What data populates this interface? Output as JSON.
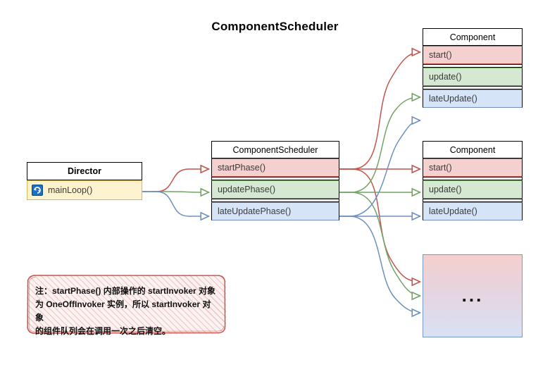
{
  "title": "ComponentScheduler",
  "colors": {
    "red_fill": "#f4d0cf",
    "red_stroke": "#c4544c",
    "green_fill": "#d5e8d1",
    "green_stroke": "#74a265",
    "blue_fill": "#d6e4f7",
    "blue_stroke": "#6d90c0",
    "director_fill": "#fdf3cf",
    "director_stroke": "#d6b656",
    "note_stroke": "#c4544c",
    "background": "#ffffff"
  },
  "director": {
    "name": "Director",
    "method": "mainLoop()",
    "method_icon": "loop-icon"
  },
  "scheduler": {
    "name": "ComponentScheduler",
    "rows": [
      {
        "label": "startPhase()",
        "color": "red"
      },
      {
        "label": "updatePhase()",
        "color": "green"
      },
      {
        "label": "lateUpdatePhase()",
        "color": "blue"
      }
    ]
  },
  "components": [
    {
      "name": "Component",
      "rows": [
        {
          "label": "start()",
          "color": "red"
        },
        {
          "label": "update()",
          "color": "green"
        },
        {
          "label": "lateUpdate()",
          "color": "blue"
        }
      ]
    },
    {
      "name": "Component",
      "rows": [
        {
          "label": "start()",
          "color": "red"
        },
        {
          "label": "update()",
          "color": "green"
        },
        {
          "label": "lateUpdate()",
          "color": "blue"
        }
      ]
    }
  ],
  "ellipsis": {
    "label": "..."
  },
  "note": {
    "line1": "注：startPhase() 内部操作的 startInvoker 对象",
    "line2": "为 OneOffInvoker 实例，所以 startInvoker 对象",
    "line3": "的组件队列会在调用一次之后清空。"
  }
}
